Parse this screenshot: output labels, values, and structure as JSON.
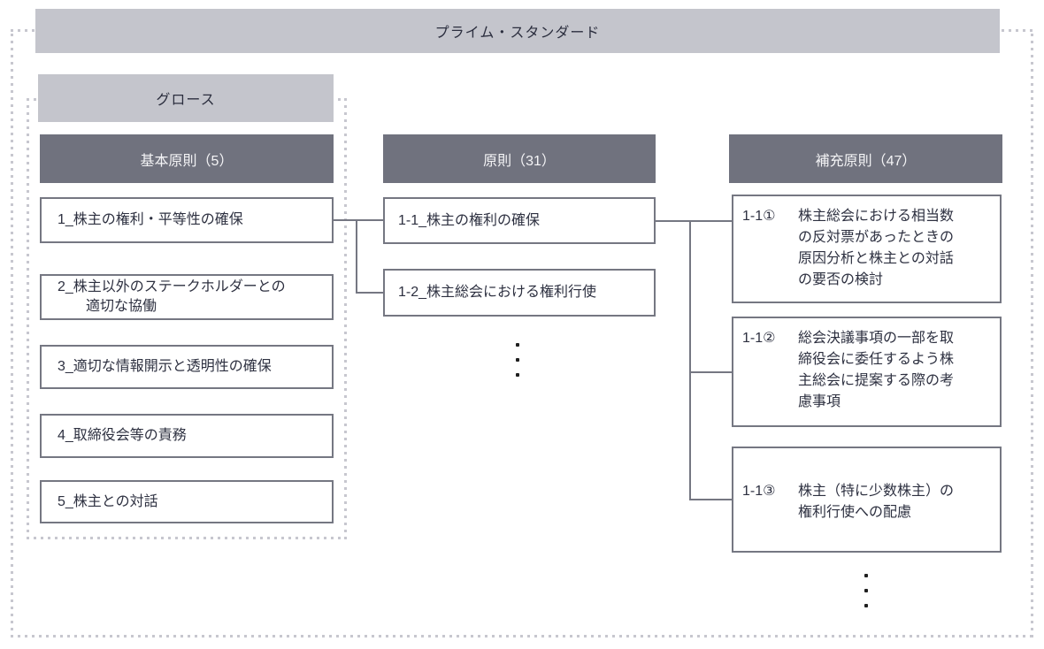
{
  "bands": {
    "prime_standard": "プライム・スタンダード",
    "growth": "グロース"
  },
  "columns": {
    "basic": {
      "header": "基本原則（5）",
      "items": [
        {
          "text": "1_株主の権利・平等性の確保"
        },
        {
          "text": "2_株主以外のステークホルダーとの\n適切な協働"
        },
        {
          "text": "3_適切な情報開示と透明性の確保"
        },
        {
          "text": "4_取締役会等の責務"
        },
        {
          "text": "5_株主との対話"
        }
      ]
    },
    "principles": {
      "header": "原則（31）",
      "items": [
        {
          "text": "1-1_株主の権利の確保"
        },
        {
          "text": "1-2_株主総会における権利行使"
        }
      ]
    },
    "supplementary": {
      "header": "補充原則（47）",
      "items": [
        {
          "label": "1-1①",
          "text": "株主総会における相当数\nの反対票があったときの\n原因分析と株主との対話\nの要否の検討"
        },
        {
          "label": "1-1②",
          "text": "総会決議事項の一部を取\n締役会に委任するよう株\n主総会に提案する際の考\n慮事項"
        },
        {
          "label": "1-1③",
          "text": "株主（特に少数株主）の\n権利行使への配慮"
        }
      ]
    }
  },
  "colors": {
    "band_bg": "#c4c5cc",
    "band_text": "#2b2e3e",
    "header_bg": "#70727e",
    "header_text": "#f4f4f6",
    "box_border": "#757782",
    "box_text": "#2d3040",
    "connector": "#757782",
    "dotted_border": "#c7c7cf",
    "ellipsis_dot": "#1f1f1f"
  }
}
